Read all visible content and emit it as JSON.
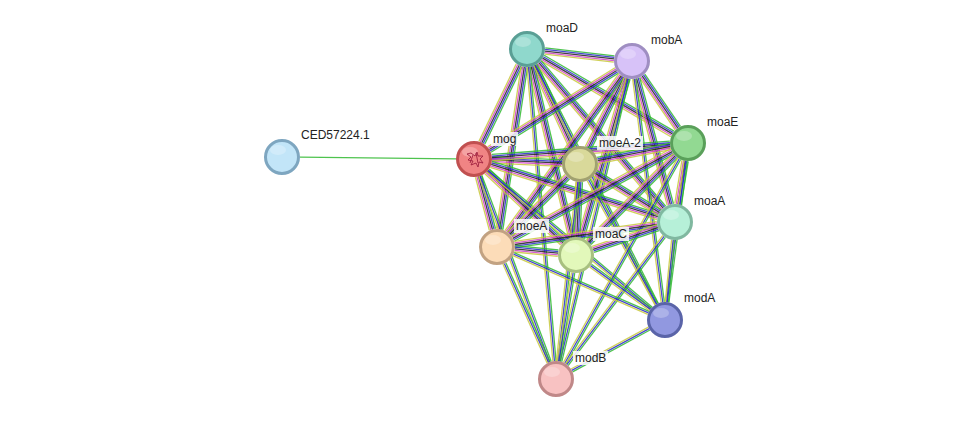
{
  "diagram": {
    "nodes": [
      {
        "text": [
          "moaD"
        ]
      },
      {
        "text": [
          "mobA"
        ]
      },
      {
        "text": [
          "CED57224.1"
        ]
      },
      {
        "text": [
          "mog"
        ]
      },
      {
        "text": [
          "moeA-2"
        ]
      },
      {
        "text": [
          "moaE"
        ]
      },
      {
        "text": [
          "moaA"
        ]
      },
      {
        "text": [
          "moeA"
        ]
      },
      {
        "text": [
          "moaC"
        ]
      },
      {
        "text": [
          "modA"
        ]
      },
      {
        "text": [
          "modB"
        ]
      }
    ],
    "edges": [
      {
        "from": 2,
        "to": 3,
        "arrow": "none"
      },
      {
        "from": 0,
        "to": 1,
        "arrow": "none"
      },
      {
        "from": 0,
        "to": 3,
        "arrow": "none"
      },
      {
        "from": 0,
        "to": 4,
        "arrow": "none"
      },
      {
        "from": 0,
        "to": 5,
        "arrow": "none"
      },
      {
        "from": 0,
        "to": 6,
        "arrow": "none"
      },
      {
        "from": 0,
        "to": 7,
        "arrow": "none"
      },
      {
        "from": 0,
        "to": 8,
        "arrow": "none"
      },
      {
        "from": 0,
        "to": 9,
        "arrow": "none"
      },
      {
        "from": 0,
        "to": 10,
        "arrow": "none"
      },
      {
        "from": 1,
        "to": 3,
        "arrow": "none"
      },
      {
        "from": 1,
        "to": 4,
        "arrow": "none"
      },
      {
        "from": 1,
        "to": 5,
        "arrow": "none"
      },
      {
        "from": 1,
        "to": 6,
        "arrow": "none"
      },
      {
        "from": 1,
        "to": 7,
        "arrow": "none"
      },
      {
        "from": 1,
        "to": 8,
        "arrow": "none"
      },
      {
        "from": 1,
        "to": 9,
        "arrow": "none"
      },
      {
        "from": 1,
        "to": 10,
        "arrow": "none"
      },
      {
        "from": 3,
        "to": 4,
        "arrow": "none"
      },
      {
        "from": 3,
        "to": 5,
        "arrow": "none"
      },
      {
        "from": 3,
        "to": 6,
        "arrow": "none"
      },
      {
        "from": 3,
        "to": 7,
        "arrow": "none"
      },
      {
        "from": 3,
        "to": 8,
        "arrow": "none"
      },
      {
        "from": 3,
        "to": 9,
        "arrow": "none"
      },
      {
        "from": 3,
        "to": 10,
        "arrow": "none"
      },
      {
        "from": 4,
        "to": 5,
        "arrow": "none"
      },
      {
        "from": 4,
        "to": 6,
        "arrow": "none"
      },
      {
        "from": 4,
        "to": 7,
        "arrow": "none"
      },
      {
        "from": 4,
        "to": 8,
        "arrow": "none"
      },
      {
        "from": 4,
        "to": 9,
        "arrow": "none"
      },
      {
        "from": 4,
        "to": 10,
        "arrow": "none"
      },
      {
        "from": 5,
        "to": 6,
        "arrow": "none"
      },
      {
        "from": 5,
        "to": 7,
        "arrow": "none"
      },
      {
        "from": 5,
        "to": 8,
        "arrow": "none"
      },
      {
        "from": 5,
        "to": 9,
        "arrow": "none"
      },
      {
        "from": 5,
        "to": 10,
        "arrow": "none"
      },
      {
        "from": 6,
        "to": 7,
        "arrow": "none"
      },
      {
        "from": 6,
        "to": 8,
        "arrow": "none"
      },
      {
        "from": 6,
        "to": 9,
        "arrow": "none"
      },
      {
        "from": 6,
        "to": 10,
        "arrow": "none"
      },
      {
        "from": 7,
        "to": 8,
        "arrow": "none"
      },
      {
        "from": 7,
        "to": 9,
        "arrow": "none"
      },
      {
        "from": 7,
        "to": 10,
        "arrow": "none"
      },
      {
        "from": 8,
        "to": 9,
        "arrow": "none"
      },
      {
        "from": 8,
        "to": 10,
        "arrow": "none"
      },
      {
        "from": 9,
        "to": 10,
        "arrow": "none"
      }
    ]
  }
}
